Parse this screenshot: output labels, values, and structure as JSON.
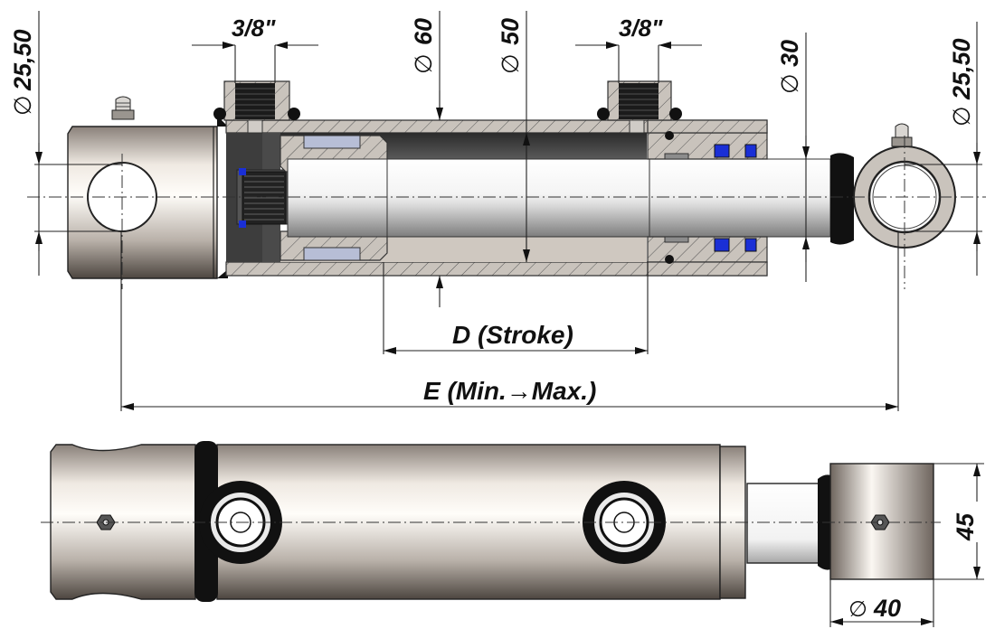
{
  "drawing": {
    "title": "Double-acting hydraulic cylinder with welded eye ends",
    "views": [
      "section-view",
      "top-view"
    ],
    "dimensions": {
      "eye_diameter_left": "25,50",
      "eye_diameter_right": "25,50",
      "port_left": "3/8\"",
      "port_right": "3/8\"",
      "outer_diameter": "60",
      "bore_diameter": "50",
      "rod_diameter": "30",
      "stroke": "D (Stroke)",
      "length": "E (Min.→Max.)",
      "eye_width": "45",
      "eye_outer_diameter": "40"
    },
    "diameter_symbol": "∅",
    "colors": {
      "steel_light": "#f2ede6",
      "steel_dark": "#5a524b",
      "section_fill": "#c9c3bc",
      "seal_blue": "#1a2fd6",
      "seal_black": "#111111",
      "guide_blue_gray": "#b7bed6"
    }
  }
}
